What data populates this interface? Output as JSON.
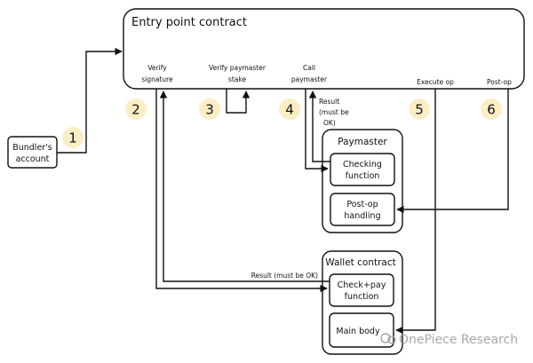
{
  "entry_point": {
    "title": "Entry point contract",
    "labels": {
      "verify_signature": [
        "Verify",
        "signature"
      ],
      "verify_paymaster_stake": [
        "Verify paymaster",
        "stake"
      ],
      "call_paymaster": [
        "Call",
        "paymaster"
      ],
      "execute_op": "Execute op",
      "post_op": "Post-op"
    }
  },
  "bundler": {
    "label": [
      "Bundler's",
      "account"
    ]
  },
  "steps": [
    "1",
    "2",
    "3",
    "4",
    "5",
    "6"
  ],
  "result_must_be_ok_stacked": [
    "Result",
    "(must be",
    "OK)"
  ],
  "result_must_be_ok": "Result (must be OK)",
  "paymaster": {
    "title": "Paymaster",
    "checking_function": [
      "Checking",
      "function"
    ],
    "post_op_handling": [
      "Post-op",
      "handling"
    ]
  },
  "wallet": {
    "title": "Wallet contract",
    "check_pay_function": [
      "Check+pay",
      "function"
    ],
    "main_body": "Main body"
  },
  "watermark": "OnePiece Research",
  "colors": {
    "step_circle": "#fbeec4",
    "stroke": "#111111"
  }
}
